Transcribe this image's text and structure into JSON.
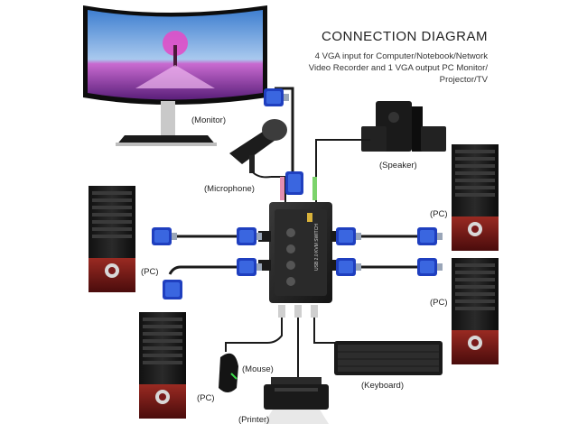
{
  "title": "CONNECTION DIAGRAM",
  "description_lines": [
    "4 VGA input for Computer/Notebook/Network",
    "Video Recorder and 1 VGA output PC Monitor/",
    "Projector/TV"
  ],
  "labels": {
    "monitor": "(Monitor)",
    "microphone": "(Microphone)",
    "speaker": "(Speaker)",
    "pc_right_top": "(PC)",
    "pc_left_top": "(PC)",
    "pc_right_bottom": "(PC)",
    "pc_left_bottom": "(PC)",
    "mouse": "(Mouse)",
    "keyboard": "(Keyboard)",
    "printer": "(Printer)"
  },
  "device_text": "USB 2.0 KVM SWITCH",
  "colors": {
    "vga_blue": "#1f3fbf",
    "cable": "#1a1a1a",
    "pc_red": "#7a1a1a",
    "mic_pink": "#e58fb0",
    "spk_green": "#7bd36b"
  }
}
